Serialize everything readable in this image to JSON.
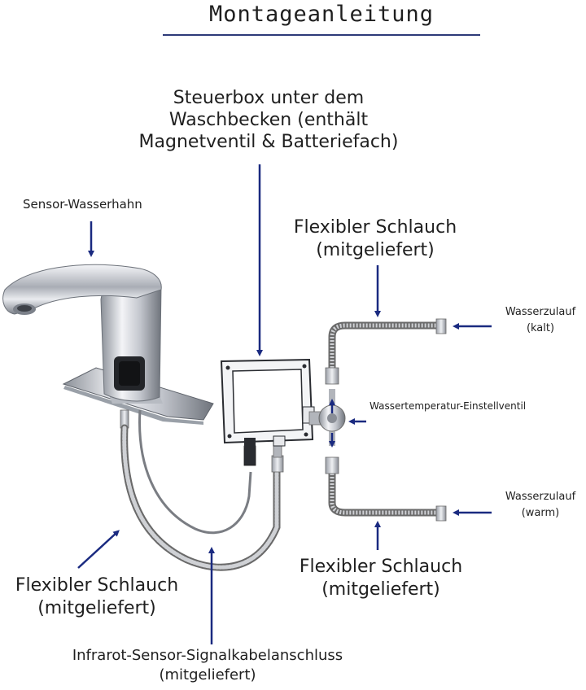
{
  "title": "Montageanleitung",
  "labels": {
    "control_box": [
      "Steuerbox unter dem",
      "Waschbecken (enthält",
      "Magnetventil & Batteriefach)"
    ],
    "sensor_faucet": "Sensor-Wasserhahn",
    "hose_top_right": [
      "Flexibler Schlauch",
      "(mitgeliefert)"
    ],
    "water_inlet_cold": [
      "Wasserzulauf",
      "(kalt)"
    ],
    "mixing_valve": "Wassertemperatur-Einstellventil",
    "water_inlet_warm": [
      "Wasserzulauf",
      "(warm)"
    ],
    "hose_bottom_right": [
      "Flexibler Schlauch",
      "(mitgeliefert)"
    ],
    "hose_bottom_left": [
      "Flexibler Schlauch",
      "(mitgeliefert)"
    ],
    "sensor_cable": [
      "Infrarot-Sensor-Signalkabelanschluss",
      "(mitgeliefert)"
    ]
  },
  "colors": {
    "arrow": "#1a2a80",
    "title_rule": "#2e3a78",
    "hose": "#6a6a6a",
    "chrome": "#c9ccd2"
  }
}
